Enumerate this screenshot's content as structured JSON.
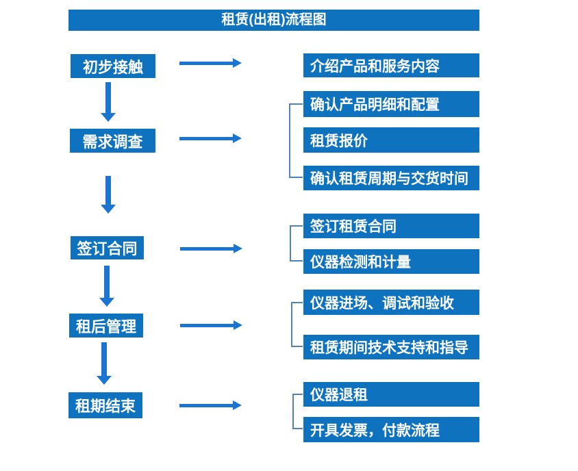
{
  "title": "租赁(出租)流程图",
  "colors": {
    "box_blue": "#0e72be",
    "arrow_blue": "#1b74d0",
    "bracket_blue": "#4e81be",
    "text_white": "#ffffff"
  },
  "steps": [
    {
      "label": "初步接触",
      "outputs": [
        "介绍产品和服务内容"
      ]
    },
    {
      "label": "需求调查",
      "outputs": [
        "确认产品明细和配置",
        "租赁报价",
        "确认租赁周期与交货时间"
      ]
    },
    {
      "label": "签订合同",
      "outputs": [
        "签订租赁合同",
        "仪器检测和计量"
      ]
    },
    {
      "label": "租后管理",
      "outputs": [
        "仪器进场、调试和验收",
        "租赁期间技术支持和指导"
      ]
    },
    {
      "label": "租期结束",
      "outputs": [
        "仪器退租",
        "开具发票，付款流程"
      ]
    }
  ]
}
